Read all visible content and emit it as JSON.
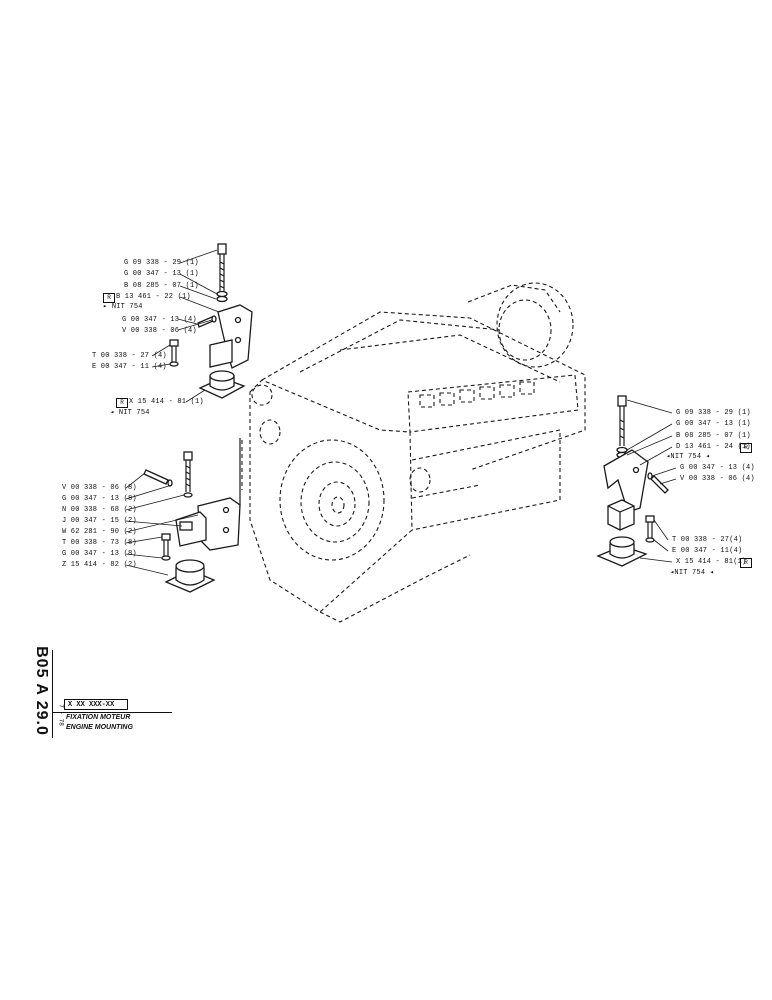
{
  "left_upper": {
    "labels": [
      "G 09  338 - 29 (1)",
      "G 00  347 - 13 (1)",
      "B 08  285 - 07 (1)",
      "B 13  461 - 22 (1)",
      "G 00  347 - 13 (4)",
      "V 00  338 - 06 (4)",
      "T 00  338 - 27 (4)",
      "E 00  347 - 11 (4)",
      "X 15  414 - 81 (1)"
    ],
    "nit_1": "NIT 754",
    "nit_2": "NIT 754",
    "box_mark": "R"
  },
  "left_lower": {
    "labels": [
      "V 00  338 - 06 (8)",
      "G 00  347 - 13 (8)",
      "N 00  338 - 68 (2)",
      "J 00  347 - 15 (2)",
      "W 62  281 - 90 (2)",
      "T 00  338 - 73 (8)",
      "G 00  347 - 13 (8)",
      "Z 15  414 - 82 (2)"
    ]
  },
  "right": {
    "labels": [
      "G 09  338 - 29 (1)",
      "G 00  347 - 13 (1)",
      "B 08  285 - 07 (1)",
      "D 13  461 - 24 (1)",
      "G 00  347 - 13 (4)",
      "V 00  338 - 06 (4)",
      "T 00  338 - 27(4)",
      "E 00  347 - 11(4)",
      "X 15  414 - 81(1)"
    ],
    "nit_1": "NIT 754",
    "nit_2": "NIT 754",
    "box_mark": "R"
  },
  "title_block": {
    "drawing_code": "B05 A 29.0",
    "date": "7 - 78",
    "ref": "X  XX  XXX-XX",
    "title_fr": "FIXATION MOTEUR",
    "title_en": "ENGINE MOUNTING"
  }
}
